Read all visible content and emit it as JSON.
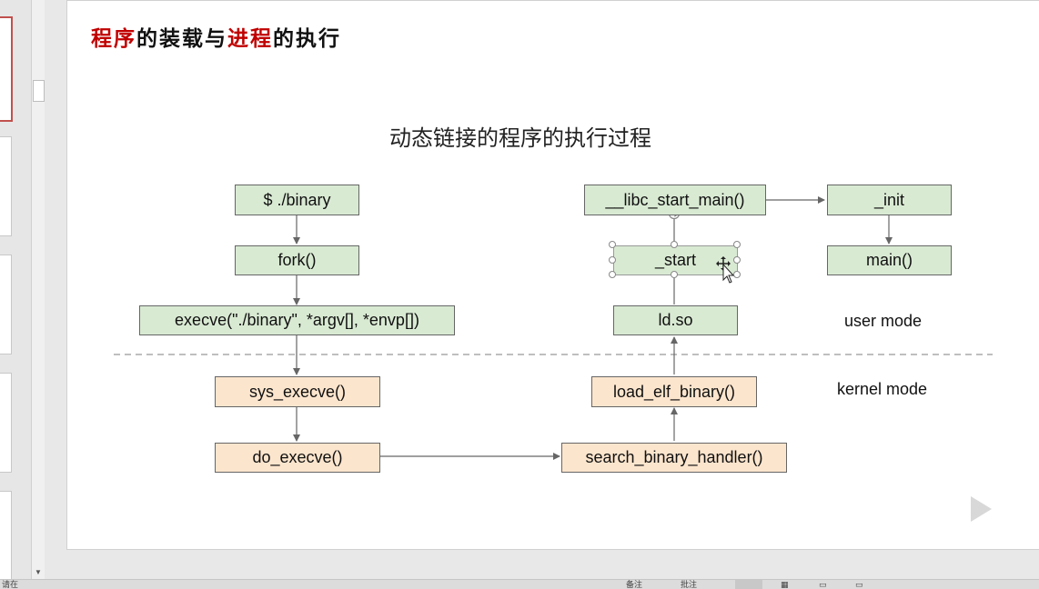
{
  "slide": {
    "title_parts": [
      "程序",
      "的装载与",
      "进程",
      "的执行"
    ],
    "diagram_heading": "动态链接的程序的执行过程",
    "boxes": {
      "binary": "$ ./binary",
      "fork": "fork()",
      "execve": "execve(\"./binary\", *argv[], *envp[])",
      "sys_execve": "sys_execve()",
      "do_execve": "do_execve()",
      "search": "search_binary_handler()",
      "load_elf": "load_elf_binary()",
      "ldso": "ld.so",
      "start": "_start",
      "libc": "__libc_start_main()",
      "init": "_init",
      "main": "main()"
    },
    "user_mode": "user mode",
    "kernel_mode": "kernel mode"
  },
  "status": {
    "left": "请在",
    "notes": "备注",
    "comments": "批注"
  },
  "colors": {
    "title_red": "#c00000",
    "user_box": "#d9ead3",
    "kernel_box": "#fce5cd"
  }
}
